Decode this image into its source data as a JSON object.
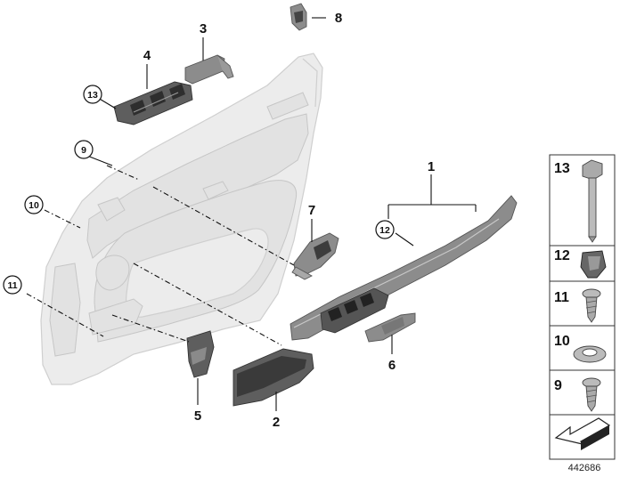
{
  "callouts": {
    "c1": "1",
    "c2": "2",
    "c3": "3",
    "c4": "4",
    "c5": "5",
    "c6": "6",
    "c7": "7",
    "c8": "8",
    "c9": "9",
    "c10": "10",
    "c11": "11",
    "c12": "12",
    "c13": "13"
  },
  "legend": {
    "items": [
      {
        "label": "13",
        "icon": "long-bolt-icon"
      },
      {
        "label": "12",
        "icon": "clip-icon"
      },
      {
        "label": "11",
        "icon": "screw-icon"
      },
      {
        "label": "10",
        "icon": "washer-icon"
      },
      {
        "label": "9",
        "icon": "screw-icon"
      }
    ],
    "arrow_icon": "direction-arrow-icon"
  },
  "diagram_id": "442686"
}
